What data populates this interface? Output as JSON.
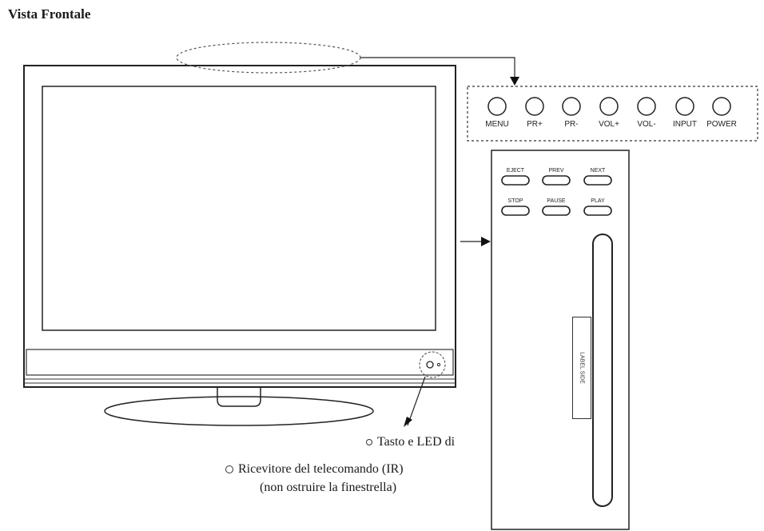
{
  "title": "Vista Frontale",
  "panel_buttons": [
    "MENU",
    "PR+",
    "PR-",
    "VOL+",
    "VOL-",
    "INPUT",
    "POWER"
  ],
  "dvd_buttons_row1": [
    "EJECT",
    "PREV",
    "NEXT"
  ],
  "dvd_buttons_row2": [
    "STOP",
    "PAUSE",
    "PLAY"
  ],
  "label_side_text": "LABEL SIDE",
  "led_label": "Tasto e LED di",
  "ir_label_line1": "Ricevitore del telecomando (IR)",
  "ir_label_line2": "(non ostruire la finestrella)"
}
